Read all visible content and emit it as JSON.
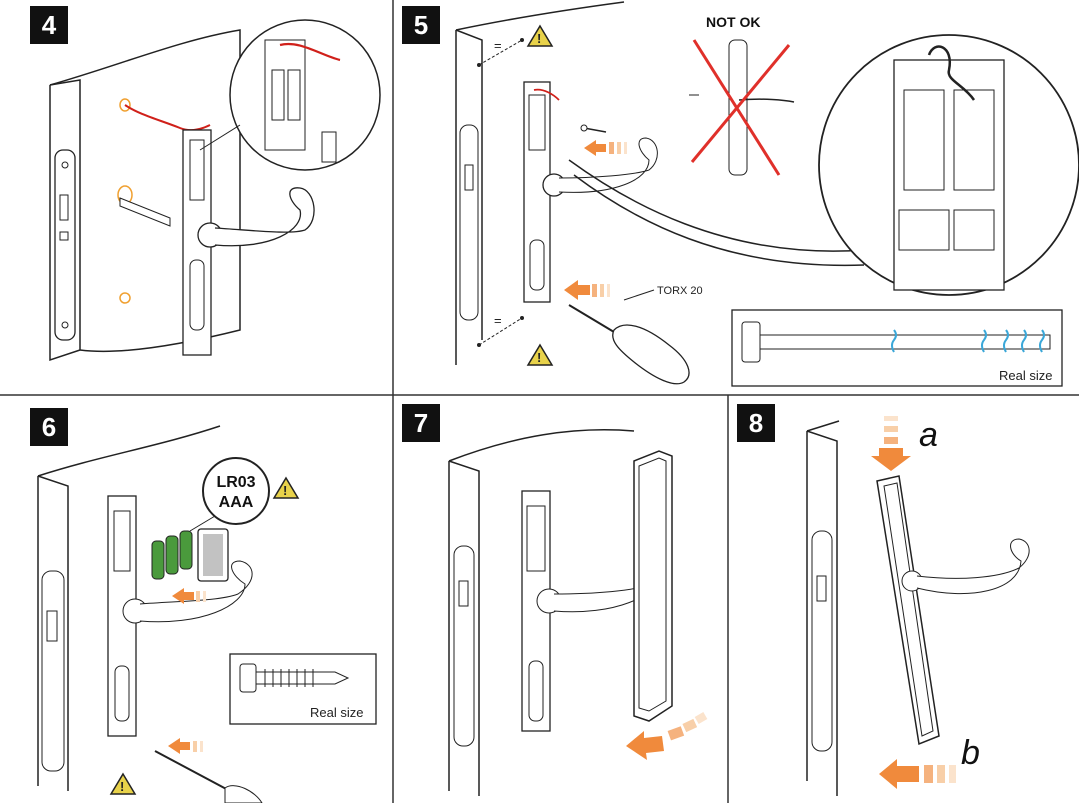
{
  "steps": [
    {
      "number": "4"
    },
    {
      "number": "5",
      "warning": "NOT OK",
      "tool": "TORX 20",
      "real_size": "Real size"
    },
    {
      "number": "6",
      "battery_line1": "LR03",
      "battery_line2": "AAA",
      "real_size": "Real size"
    },
    {
      "number": "7"
    },
    {
      "number": "8",
      "label_a": "a",
      "label_b": "b"
    }
  ],
  "colors": {
    "wire": "#d0201a",
    "arrow": "#f08a3c",
    "battery": "#4a9a3c",
    "warning": "#e8d24a",
    "cross": "#e0302a",
    "screw_mark": "#3aa7d8",
    "hole": "#f0a030"
  },
  "icons": [
    "warning-triangle-icon",
    "arrow-icon",
    "screwdriver-icon",
    "screw-icon",
    "magnifier-circle-icon"
  ]
}
